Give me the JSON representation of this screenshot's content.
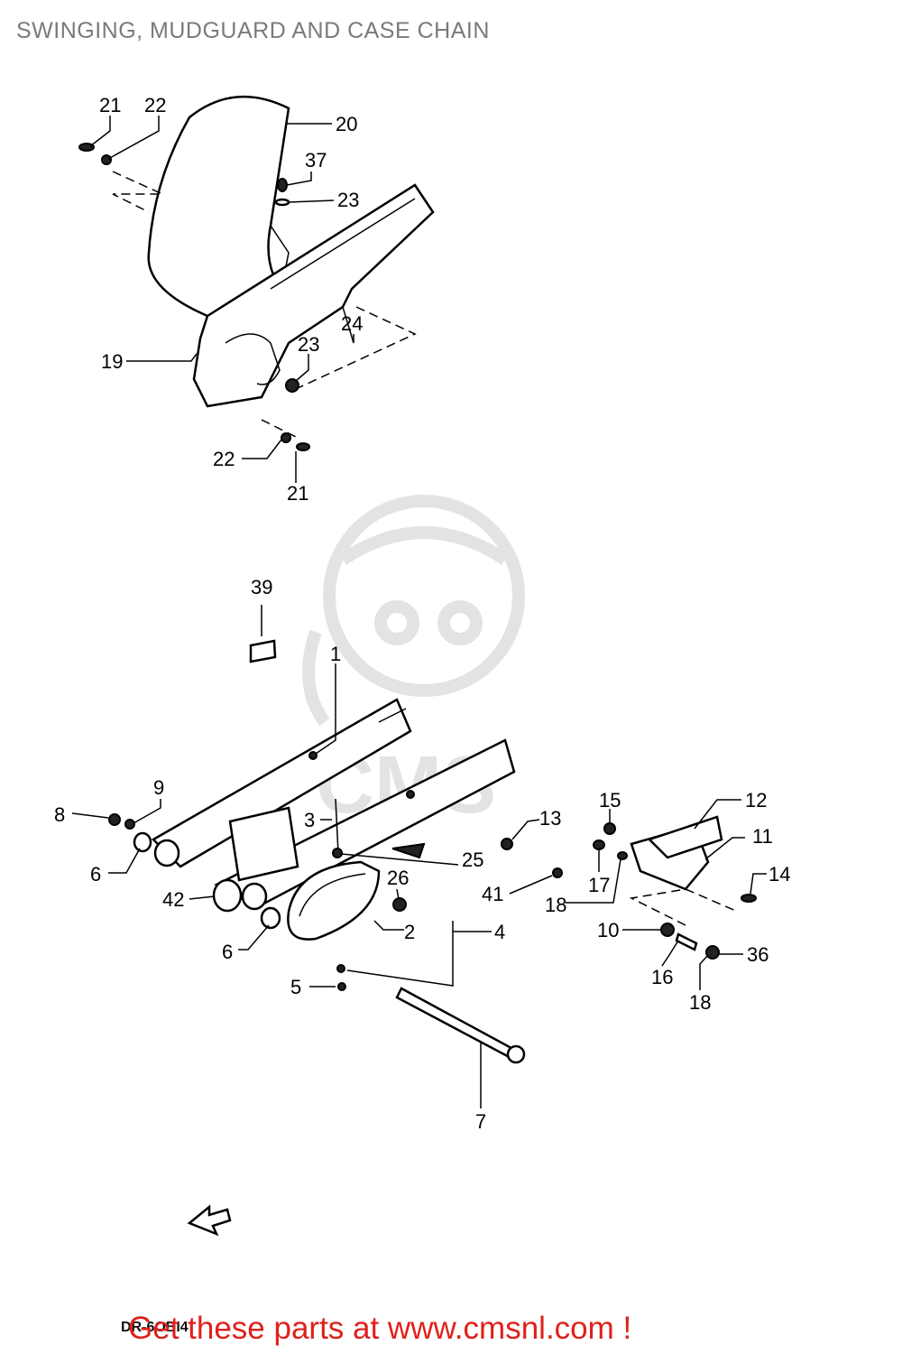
{
  "title": "SWINGING, MUDGUARD AND CASE CHAIN",
  "footer_text": "Get these parts at www.cmsnl.com !",
  "diagram_code": "DR-6OBI4",
  "watermark": "CMS",
  "colors": {
    "footer": "#e0201a",
    "title": "#7a7a7a",
    "watermark": "#e3e3e3"
  },
  "callouts": {
    "c21a": "21",
    "c22a": "22",
    "c20": "20",
    "c37": "37",
    "c23a": "23",
    "c19": "19",
    "c23b": "23",
    "c24": "24",
    "c22b": "22",
    "c21b": "21",
    "c39": "39",
    "c1": "1",
    "c9": "9",
    "c8": "8",
    "c3": "3",
    "c6a": "6",
    "c42": "42",
    "c6b": "6",
    "c5": "5",
    "c7": "7",
    "c26": "26",
    "c25": "25",
    "c2": "2",
    "c4": "4",
    "c13": "13",
    "c41": "41",
    "c15": "15",
    "c17": "17",
    "c18a": "18",
    "c12": "12",
    "c11": "11",
    "c14": "14",
    "c10": "10",
    "c16": "16",
    "c36": "36",
    "c18b": "18"
  }
}
